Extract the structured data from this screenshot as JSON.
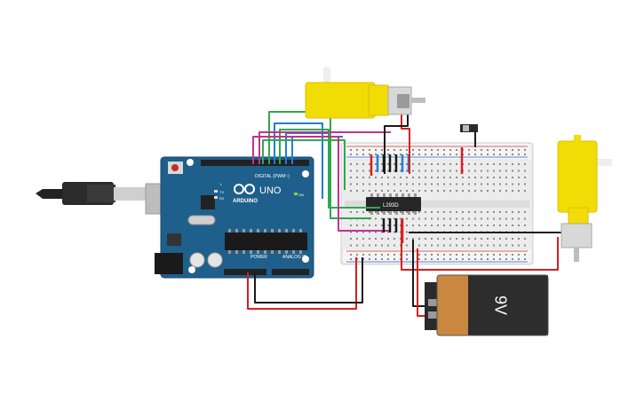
{
  "arduino": {
    "brand": "ARDUINO",
    "model": "UNO",
    "digital_label": "DIGITAL (PWM~)",
    "power_label": "POWER",
    "analog_label": "ANALOG IN",
    "tx_label": "TX",
    "rx_label": "RX",
    "l_label": "L",
    "on_label": "ON",
    "board_color": "#1f5f8b"
  },
  "driver_chip": {
    "label": "L293D"
  },
  "battery": {
    "label": "9V",
    "body_color": "#c9873f"
  },
  "motors": {
    "body_color": "#f2dc06"
  },
  "wire_colors": {
    "red": "#d81f1f",
    "black": "#1a1a1a",
    "green": "#2fa84f",
    "blue": "#1f7fd6",
    "magenta": "#c2328f"
  }
}
